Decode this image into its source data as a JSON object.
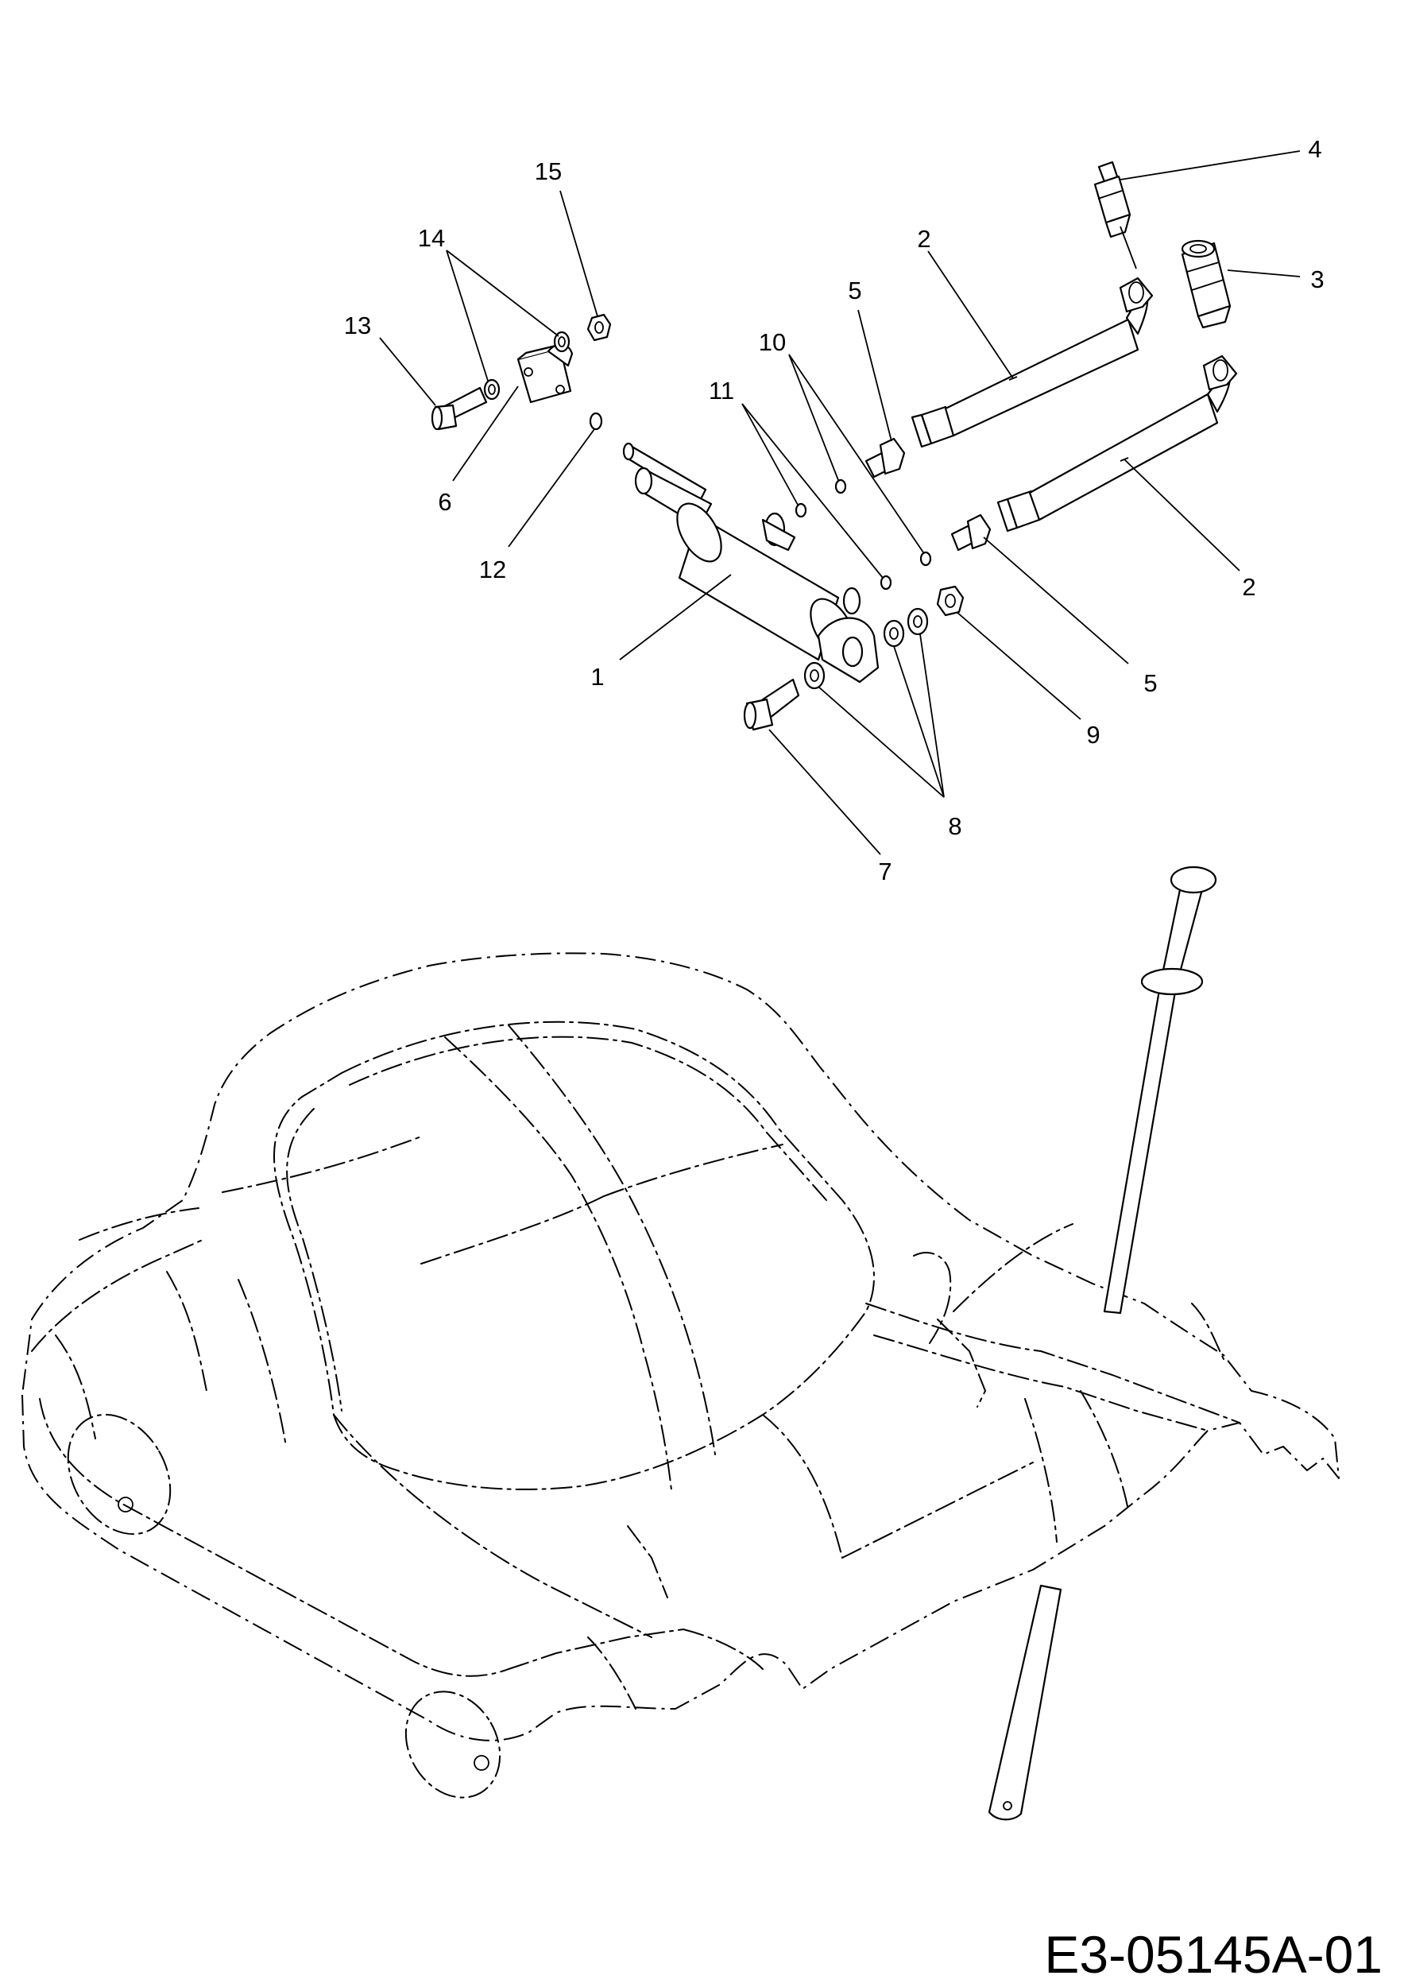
{
  "document_id": "E3-05145A-01",
  "callouts": [
    "1",
    "2",
    "2",
    "3",
    "4",
    "5",
    "5",
    "6",
    "7",
    "8",
    "9",
    "10",
    "11",
    "12",
    "13",
    "14",
    "15"
  ],
  "colors": {
    "ink": "#000000",
    "paper": "#ffffff"
  },
  "icons": [
    "hydraulic-cylinder",
    "hydraulic-hose",
    "quick-coupler",
    "nut",
    "washer",
    "bolt",
    "clevis",
    "hood-assembly"
  ]
}
